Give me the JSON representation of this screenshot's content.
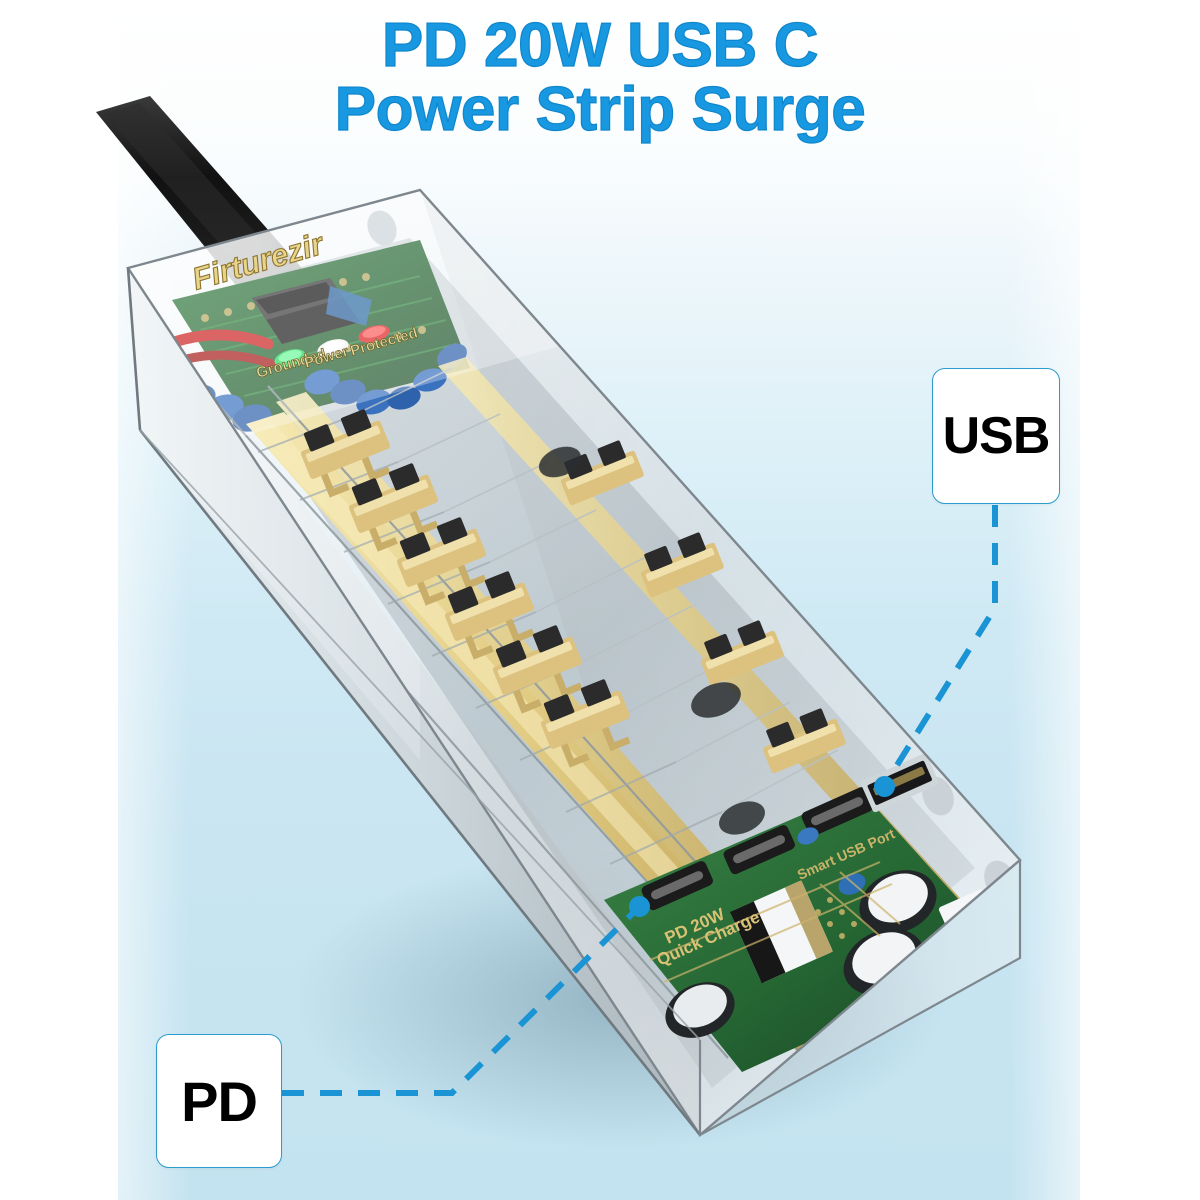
{
  "headline": {
    "line1": "PD 20W USB C",
    "line2": "Power Strip Surge",
    "full": "PD 20W USB C\nPower Strip Surge",
    "color": "#1798e0"
  },
  "callouts": [
    {
      "id": "usb",
      "label": "USB",
      "border_color": "#2b9ccb",
      "text_color": "#000000",
      "connector_color": "#1a94d4"
    },
    {
      "id": "pd",
      "label": "PD",
      "border_color": "#2b9ccb",
      "text_color": "#000000",
      "connector_color": "#1a94d4"
    }
  ],
  "product": {
    "type": "transparent-surge-protector-power-strip",
    "brand_label": "Firturezir",
    "brand_label_color": "#e8d48a",
    "status_indicators": [
      {
        "label": "Grounded",
        "led_color": "#2fe36a"
      },
      {
        "label": "Power",
        "led_color": "#f2f2f2"
      },
      {
        "label": "Protected",
        "led_color": "#e02424"
      }
    ],
    "pcb_labels": [
      {
        "text": "PD 20W",
        "color": "#d9c276"
      },
      {
        "text": "Quick Charge",
        "color": "#d9c276"
      },
      {
        "text": "Smart USB Port",
        "color": "#c9b469"
      }
    ],
    "outlet_count": 8,
    "housing_color": "#d7dde1",
    "pcb_color": "#1f5c2a",
    "busbar_color": "#e4d08a",
    "cord_color": "#141414"
  },
  "background": {
    "top_color": "#ffffff",
    "bottom_color": "#c4e3f0",
    "side_margin_color": "#ffffff"
  }
}
